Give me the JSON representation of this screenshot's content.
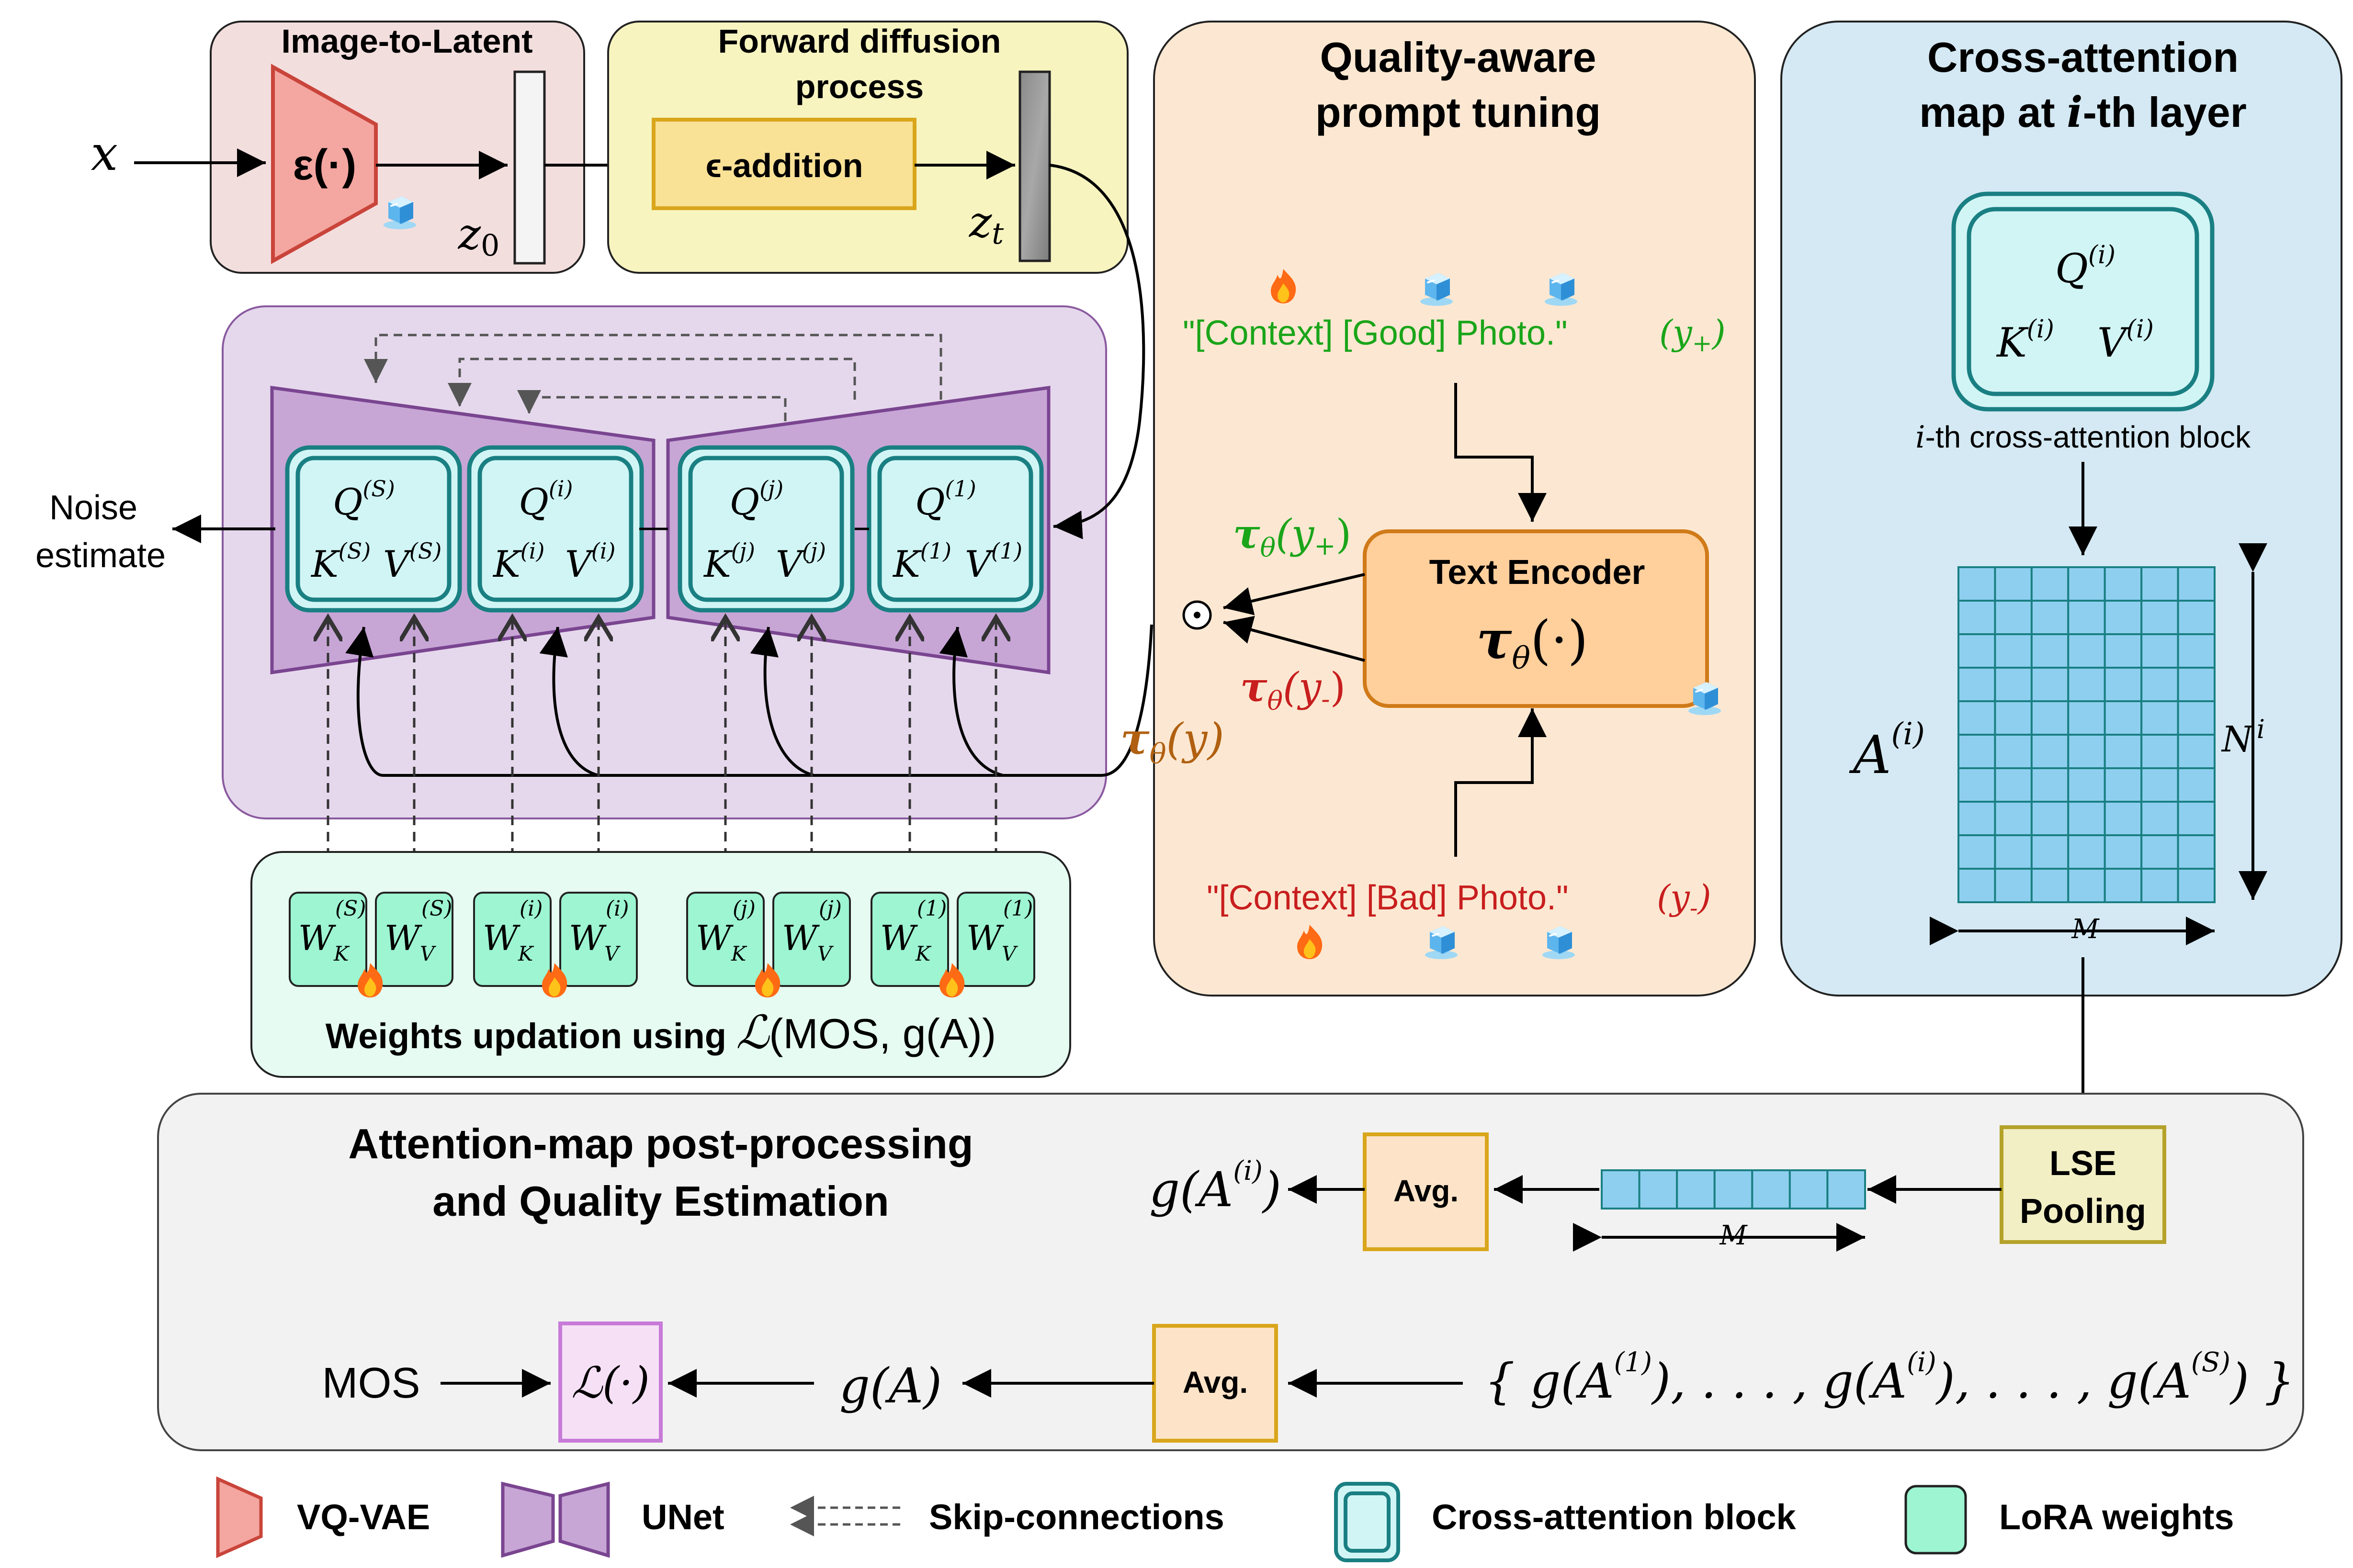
{
  "colors": {
    "image_to_latent_bg": "#f3dede",
    "forward_bg": "#f8f4c0",
    "prompt_bg": "#fce8d2",
    "crossattn_bg": "#d4e9f3",
    "unet_bg": "#e5d8ec",
    "lora_panel_bg": "#e6fcf2",
    "post_bg": "#f2f2f2",
    "vqvae": "#f4a6a0",
    "unet": "#c7a6d6",
    "block_stroke": "#1a7f82",
    "block_fill": "#d1f5f5",
    "lora": "#9df5d2",
    "grid": "#8ecfef",
    "good": "#1aa51a",
    "bad": "#c81e1e",
    "tau_y": "#b06010"
  },
  "icons": [
    "fire-icon",
    "ice-cube-icon"
  ],
  "image_to_latent": {
    "title": "Image-to-Latent",
    "input": "x",
    "encoder": "ε(·)",
    "latent": "z",
    "latent_sub": "0"
  },
  "forward": {
    "title_line1": "Forward diffusion",
    "title_line2": "process",
    "addition": "ϵ-addition",
    "noisy": "z",
    "noisy_sub": "t"
  },
  "unet": {
    "noise_line1": "Noise",
    "noise_line2": "estimate",
    "blocks": [
      {
        "q": "Q",
        "k": "K",
        "v": "V",
        "idx": "(S)"
      },
      {
        "q": "Q",
        "k": "K",
        "v": "V",
        "idx": "(i)"
      },
      {
        "q": "Q",
        "k": "K",
        "v": "V",
        "idx": "(j)"
      },
      {
        "q": "Q",
        "k": "K",
        "v": "V",
        "idx": "(1)"
      }
    ]
  },
  "lora": {
    "pairs": [
      {
        "k": "W",
        "k_sub": "K",
        "v": "W",
        "v_sub": "V",
        "idx": "(S)"
      },
      {
        "k": "W",
        "k_sub": "K",
        "v": "W",
        "v_sub": "V",
        "idx": "(i)"
      },
      {
        "k": "W",
        "k_sub": "K",
        "v": "W",
        "v_sub": "V",
        "idx": "(j)"
      },
      {
        "k": "W",
        "k_sub": "K",
        "v": "W",
        "v_sub": "V",
        "idx": "(1)"
      }
    ],
    "caption": "Weights updation using",
    "loss_symbol": "ℒ",
    "loss_args": "(MOS, g(A))"
  },
  "prompt": {
    "title_line1": "Quality-aware",
    "title_line2": "prompt tuning",
    "good_prompt": "\"[Context] [Good] Photo.\"",
    "good_label": "(y",
    "good_sub": "+",
    "bad_prompt": "\"[Context] [Bad] Photo.\"",
    "bad_label": "(y",
    "bad_sub": "-",
    "encoder_title": "Text Encoder",
    "encoder_fn": "τ",
    "encoder_fn_sub": "θ",
    "encoder_fn_arg": "(·)",
    "tau_plus": "τ",
    "tau_plus_sub": "θ",
    "tau_plus_arg": "(y",
    "tau_plus_arg_sub": "+",
    "tau_minus": "τ",
    "tau_minus_sub": "θ",
    "tau_minus_arg": "(y",
    "tau_minus_arg_sub": "-",
    "tau_y": "τ",
    "tau_y_sub": "θ",
    "tau_y_arg": "(y)",
    "odot": "⊙"
  },
  "cross_attention": {
    "title_line1": "Cross-attention",
    "title_line2_pre": "map at ",
    "title_line2_i": "i",
    "title_line2_post": "-th layer",
    "block_q": "Q",
    "block_k": "K",
    "block_v": "V",
    "block_idx": "(i)",
    "block_caption_i": "i",
    "block_caption": "-th cross-attention block",
    "map_label": "A",
    "map_label_idx": "(i)",
    "rows_label": "N",
    "rows_label_sup": "i",
    "cols_label": "M"
  },
  "post": {
    "title_line1": "Attention-map post-processing",
    "title_line2": "and Quality Estimation",
    "lse_line1": "LSE",
    "lse_line2": "Pooling",
    "avg1": "Avg.",
    "avg2": "Avg.",
    "vector_label": "M",
    "g_ai_pre": "g(A",
    "g_ai_idx": "(i)",
    "g_ai_post": ")",
    "set_open": "{ g(A",
    "set_idx1": "(1)",
    "set_mid1": "), . . . , g(A",
    "set_idx2": "(i)",
    "set_mid2": "), . . . , g(A",
    "set_idx3": "(S)",
    "set_close": ") }",
    "g_a": "g(A)",
    "loss": "ℒ(·)",
    "mos": "MOS"
  },
  "legend": {
    "vqvae": "VQ-VAE",
    "unet": "UNet",
    "skip": "Skip-connections",
    "crossattn": "Cross-attention block",
    "lora": "LoRA weights"
  }
}
